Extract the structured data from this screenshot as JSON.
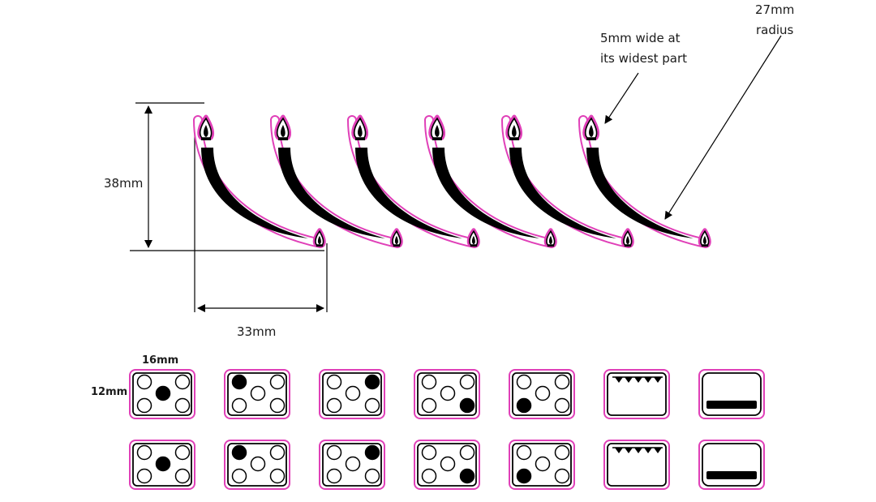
{
  "annotations": {
    "height": "38mm",
    "width": "33mm",
    "stroke_width_line1": "5mm wide at",
    "stroke_width_line2": "its widest part",
    "radius_line1": "27mm",
    "radius_line2": "radius",
    "cell_width": "16mm",
    "cell_height": "12mm"
  },
  "decals": {
    "count": 6,
    "outline_color": "#e040b8",
    "fill_color": "#000000"
  },
  "knob_rows": [
    [
      {
        "type": "dots",
        "filled": 2
      },
      {
        "type": "dots",
        "filled": 0
      },
      {
        "type": "dots",
        "filled": 1
      },
      {
        "type": "dots",
        "filled": 4
      },
      {
        "type": "dots",
        "filled": 3
      },
      {
        "type": "grill"
      },
      {
        "type": "bottom"
      }
    ],
    [
      {
        "type": "dots",
        "filled": 2
      },
      {
        "type": "dots",
        "filled": 0
      },
      {
        "type": "dots",
        "filled": 1
      },
      {
        "type": "dots",
        "filled": 4
      },
      {
        "type": "dots",
        "filled": 3
      },
      {
        "type": "grill"
      },
      {
        "type": "bottom"
      }
    ]
  ]
}
